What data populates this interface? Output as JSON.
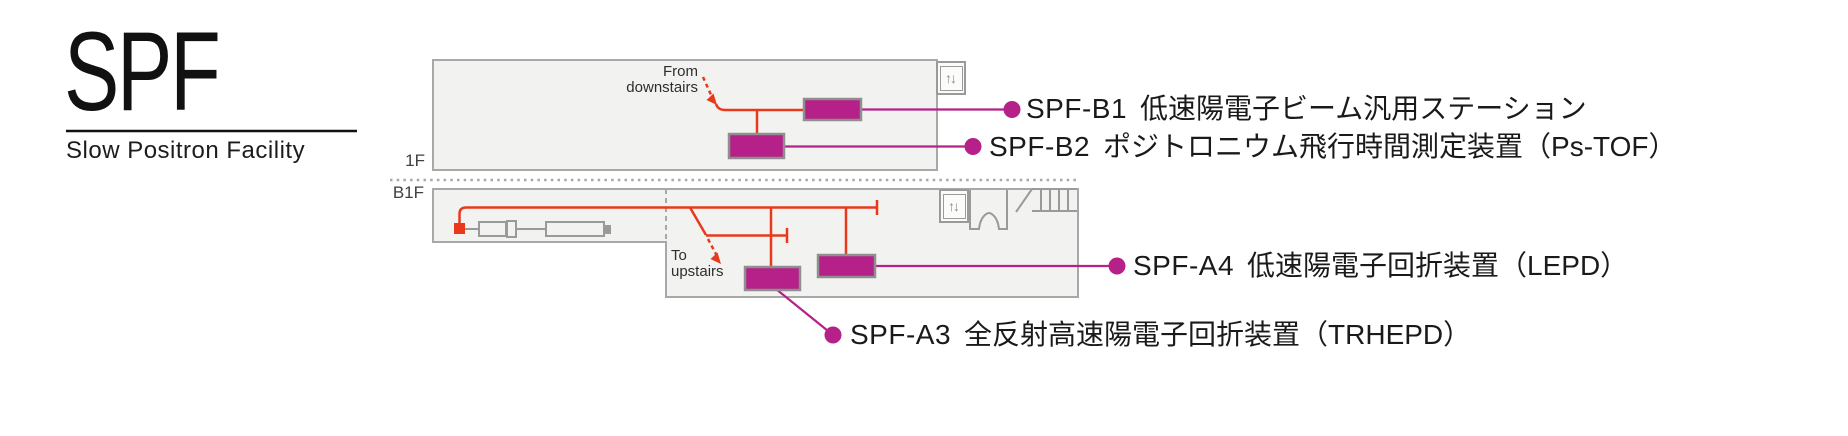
{
  "title": {
    "acronym": "SPF",
    "subtitle": "Slow Positron Facility"
  },
  "colors": {
    "accent_magenta": "#b52189",
    "beam_red": "#e8391d",
    "room_fill": "#f2f2f0",
    "room_outline": "#a8a8a8",
    "icon_gray": "#9a9a9a",
    "text_black": "#1a1a1a"
  },
  "floors": {
    "f1": {
      "label": "1F",
      "annotation": {
        "line1": "From",
        "line2": "downstairs"
      }
    },
    "b1f": {
      "label": "B1F",
      "annotation": {
        "line1": "To",
        "line2": "upstairs"
      }
    }
  },
  "stations": [
    {
      "code": "SPF-B1",
      "name": "低速陽電子ビーム汎用ステーション"
    },
    {
      "code": "SPF-B2",
      "name": "ポジトロニウム飛行時間測定装置（Ps-TOF）"
    },
    {
      "code": "SPF-A4",
      "name": "低速陽電子回折装置（LEPD）"
    },
    {
      "code": "SPF-A3",
      "name": "全反射高速陽電子回折装置（TRHEPD）"
    }
  ],
  "icons": {
    "elevator_arrows": "↑↓"
  }
}
